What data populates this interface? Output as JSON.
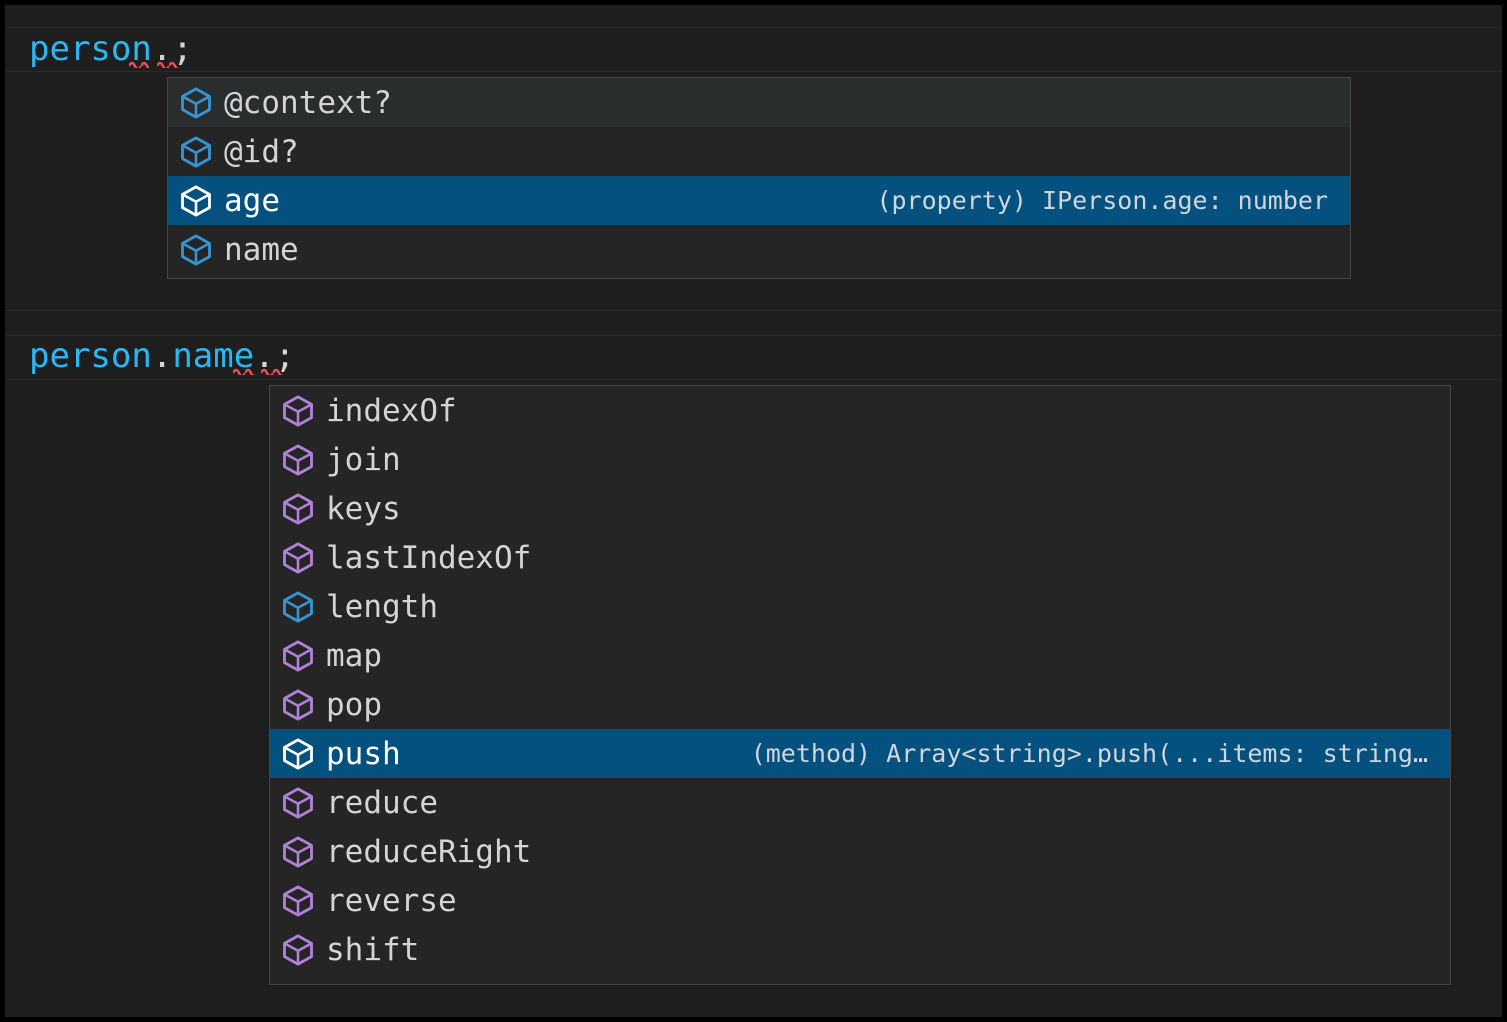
{
  "editor": {
    "lines": [
      {
        "id": "line-1",
        "text": "person.;",
        "tokens": [
          {
            "text": "person",
            "kind": "variable"
          },
          {
            "text": ".;",
            "kind": "punctuation"
          }
        ]
      },
      {
        "id": "line-2",
        "text": "person.name.;",
        "tokens": [
          {
            "text": "person",
            "kind": "variable"
          },
          {
            "text": ".",
            "kind": "punctuation"
          },
          {
            "text": "name",
            "kind": "variable"
          },
          {
            "text": ".;",
            "kind": "punctuation"
          }
        ]
      }
    ],
    "error_squiggle_color": "#f14c4c",
    "background_color": "#1e1e1e"
  },
  "suggest_widgets": [
    {
      "id": "suggest-widget-person",
      "for_line": "person.;",
      "selected_index": 2,
      "hovered_index": 0,
      "items": [
        {
          "label": "@context?",
          "icon": "property-cube-icon",
          "icon_color": "#3794d2",
          "detail": ""
        },
        {
          "label": "@id?",
          "icon": "property-cube-icon",
          "icon_color": "#3794d2",
          "detail": ""
        },
        {
          "label": "age",
          "icon": "property-cube-icon",
          "icon_color": "#ffffff",
          "detail": "(property) IPerson.age: number"
        },
        {
          "label": "name",
          "icon": "property-cube-icon",
          "icon_color": "#3794d2",
          "detail": ""
        }
      ]
    },
    {
      "id": "suggest-widget-name",
      "for_line": "person.name.;",
      "selected_index": 7,
      "hovered_index": -1,
      "items": [
        {
          "label": "indexOf",
          "icon": "method-cube-icon",
          "icon_color": "#b180d7",
          "detail": ""
        },
        {
          "label": "join",
          "icon": "method-cube-icon",
          "icon_color": "#b180d7",
          "detail": ""
        },
        {
          "label": "keys",
          "icon": "method-cube-icon",
          "icon_color": "#b180d7",
          "detail": ""
        },
        {
          "label": "lastIndexOf",
          "icon": "method-cube-icon",
          "icon_color": "#b180d7",
          "detail": ""
        },
        {
          "label": "length",
          "icon": "property-cube-icon",
          "icon_color": "#3794d2",
          "detail": ""
        },
        {
          "label": "map",
          "icon": "method-cube-icon",
          "icon_color": "#b180d7",
          "detail": ""
        },
        {
          "label": "pop",
          "icon": "method-cube-icon",
          "icon_color": "#b180d7",
          "detail": ""
        },
        {
          "label": "push",
          "icon": "method-cube-icon",
          "icon_color": "#ffffff",
          "detail": "(method) Array<string>.push(...items: string…"
        },
        {
          "label": "reduce",
          "icon": "method-cube-icon",
          "icon_color": "#b180d7",
          "detail": ""
        },
        {
          "label": "reduceRight",
          "icon": "method-cube-icon",
          "icon_color": "#b180d7",
          "detail": ""
        },
        {
          "label": "reverse",
          "icon": "method-cube-icon",
          "icon_color": "#b180d7",
          "detail": ""
        },
        {
          "label": "shift",
          "icon": "method-cube-icon",
          "icon_color": "#b180d7",
          "detail": ""
        }
      ]
    }
  ],
  "theme": {
    "selection_color": "#04507e",
    "list_background": "#252526",
    "list_hover_background": "#2a2d2e",
    "list_border": "#454545",
    "variable_color": "#29b8f5",
    "punctuation_color": "#d4d4d4",
    "method_icon_color": "#b180d7",
    "property_icon_color": "#3794d2"
  }
}
